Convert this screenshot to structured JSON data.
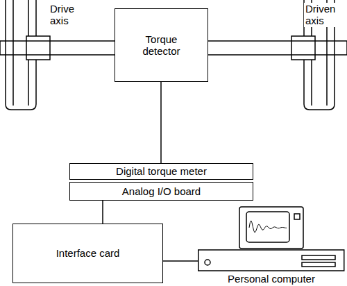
{
  "diagram": {
    "nodes": [
      {
        "text": [
          "Torque detector"
        ]
      },
      {
        "text": [
          "Digital torque meter"
        ]
      },
      {
        "text": [
          "Analog I/O board"
        ]
      },
      {
        "text": [
          "Interface card"
        ]
      },
      {
        "text": [
          "Personal computer"
        ]
      }
    ],
    "edges": [
      {
        "from": 0,
        "to": 1,
        "arrow": "none"
      },
      {
        "from": 2,
        "to": 3,
        "arrow": "none"
      },
      {
        "from": 3,
        "to": 4,
        "arrow": "none"
      }
    ],
    "labels": [
      "Drive axis",
      "Driven axis"
    ]
  }
}
